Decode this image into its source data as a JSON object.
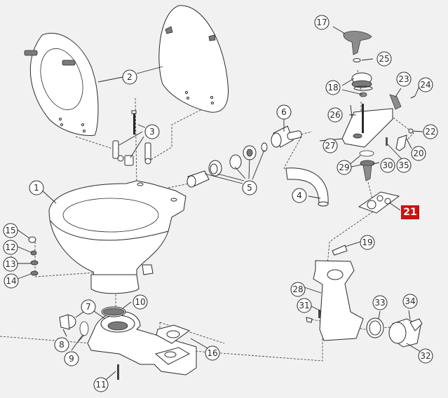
{
  "diagram": {
    "title": "Exploded parts view - manual marine toilet",
    "highlight_color": "#cc1111",
    "background_color": "#f1f1f1",
    "highlighted_part": "21",
    "callouts": [
      {
        "id": "1",
        "label": "1"
      },
      {
        "id": "2",
        "label": "2"
      },
      {
        "id": "3",
        "label": "3"
      },
      {
        "id": "4",
        "label": "4"
      },
      {
        "id": "5",
        "label": "5"
      },
      {
        "id": "6",
        "label": "6"
      },
      {
        "id": "7",
        "label": "7"
      },
      {
        "id": "8",
        "label": "8"
      },
      {
        "id": "9",
        "label": "9"
      },
      {
        "id": "10",
        "label": "10"
      },
      {
        "id": "11",
        "label": "11"
      },
      {
        "id": "12",
        "label": "12"
      },
      {
        "id": "13",
        "label": "13"
      },
      {
        "id": "14",
        "label": "14"
      },
      {
        "id": "15",
        "label": "15"
      },
      {
        "id": "16",
        "label": "16"
      },
      {
        "id": "17",
        "label": "17"
      },
      {
        "id": "18",
        "label": "18"
      },
      {
        "id": "19",
        "label": "19"
      },
      {
        "id": "20",
        "label": "20"
      },
      {
        "id": "21",
        "label": "21"
      },
      {
        "id": "22",
        "label": "22"
      },
      {
        "id": "23",
        "label": "23"
      },
      {
        "id": "24",
        "label": "24"
      },
      {
        "id": "25",
        "label": "25"
      },
      {
        "id": "26",
        "label": "26"
      },
      {
        "id": "27",
        "label": "27"
      },
      {
        "id": "28",
        "label": "28"
      },
      {
        "id": "29",
        "label": "29"
      },
      {
        "id": "30",
        "label": "30"
      },
      {
        "id": "31",
        "label": "31"
      },
      {
        "id": "32",
        "label": "32"
      },
      {
        "id": "33",
        "label": "33"
      },
      {
        "id": "34",
        "label": "34"
      },
      {
        "id": "35",
        "label": "35"
      }
    ]
  }
}
